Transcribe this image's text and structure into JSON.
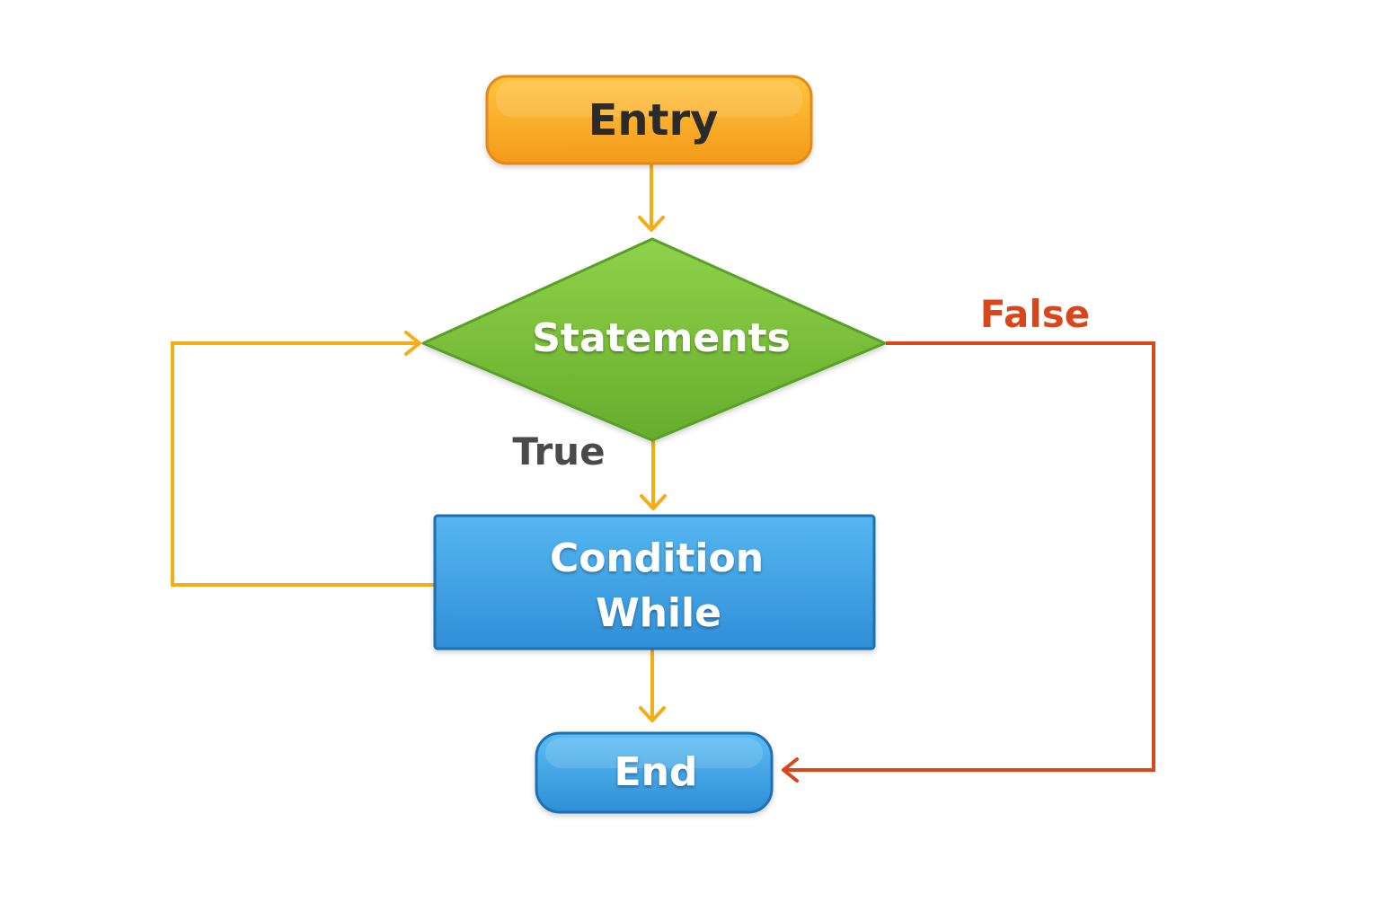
{
  "diagram": {
    "nodes": {
      "entry": {
        "label": "Entry"
      },
      "statements": {
        "label": "Statements"
      },
      "condition": {
        "line1": "Condition",
        "line2": "While"
      },
      "end": {
        "label": "End"
      }
    },
    "edges": {
      "true_label": "True",
      "false_label": "False"
    },
    "colors": {
      "entry_fill": "#f7a224",
      "decision_fill": "#77be33",
      "process_fill": "#3ba3e4",
      "end_fill": "#3aa4e5",
      "flow_arrow": "#f5ad17",
      "false_arrow": "#d8461a",
      "true_text": "#4a4a4a"
    }
  }
}
